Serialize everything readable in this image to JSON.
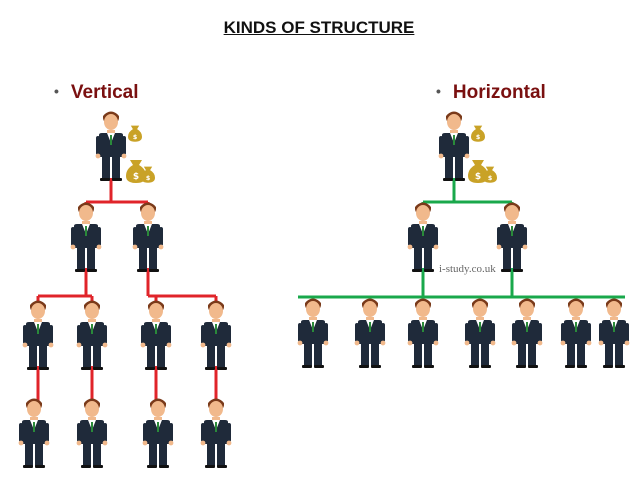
{
  "title": "KINDS OF STRUCTURE",
  "left_heading": {
    "bullet": "•",
    "label": "Vertical"
  },
  "right_heading": {
    "bullet": "•",
    "label": "Horizontal"
  },
  "watermark": "i-study.co.uk",
  "colors": {
    "vertical_lines": "#e0242a",
    "horizontal_lines": "#19a84b",
    "heading": "#7a1010",
    "suit": "#1f2a3a",
    "skin": "#f1b98c",
    "hair": "#7a3a1a",
    "money": "#c9a227"
  },
  "icons": {
    "person": "businessman-icon",
    "money": "money-bag-icon"
  }
}
